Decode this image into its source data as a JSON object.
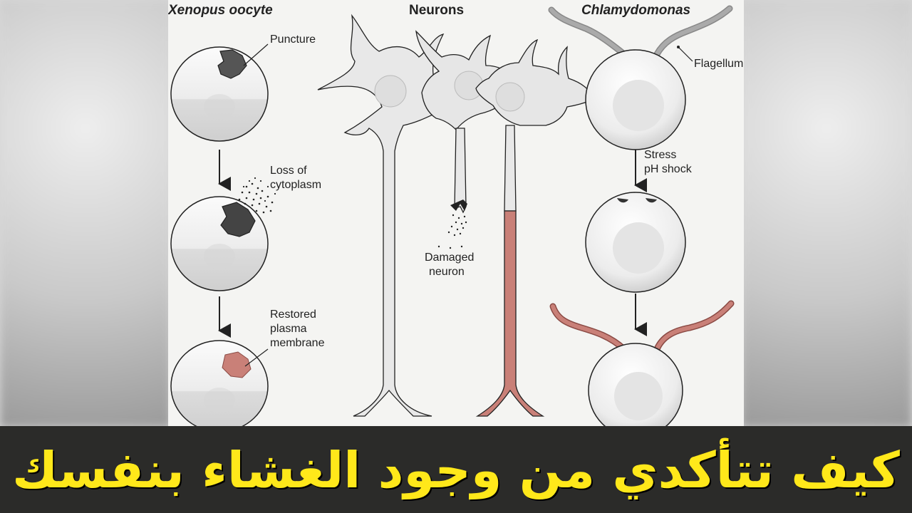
{
  "columns": {
    "xenopus": {
      "title_italic": "Xenopus",
      "title_rest": " oocyte"
    },
    "neurons": {
      "title": "Neurons"
    },
    "chlamy": {
      "title": "Chlamydomonas"
    }
  },
  "labels": {
    "puncture": "Puncture",
    "loss_line1": "Loss of",
    "loss_line2": "cytoplasm",
    "restored_line1": "Restored",
    "restored_line2": "plasma",
    "restored_line3": "membrane",
    "damaged_line1": "Damaged",
    "damaged_line2": "neuron",
    "flagellum": "Flagellum",
    "stress_line1": "Stress",
    "stress_line2": "pH shock"
  },
  "caption": "كيف تتأكدي من وجود الغشاء بنفسك",
  "colors": {
    "caption_text": "#ffe81a",
    "caption_bg": "#2b2b29",
    "repair": "#c98078",
    "wound": "#555555"
  }
}
